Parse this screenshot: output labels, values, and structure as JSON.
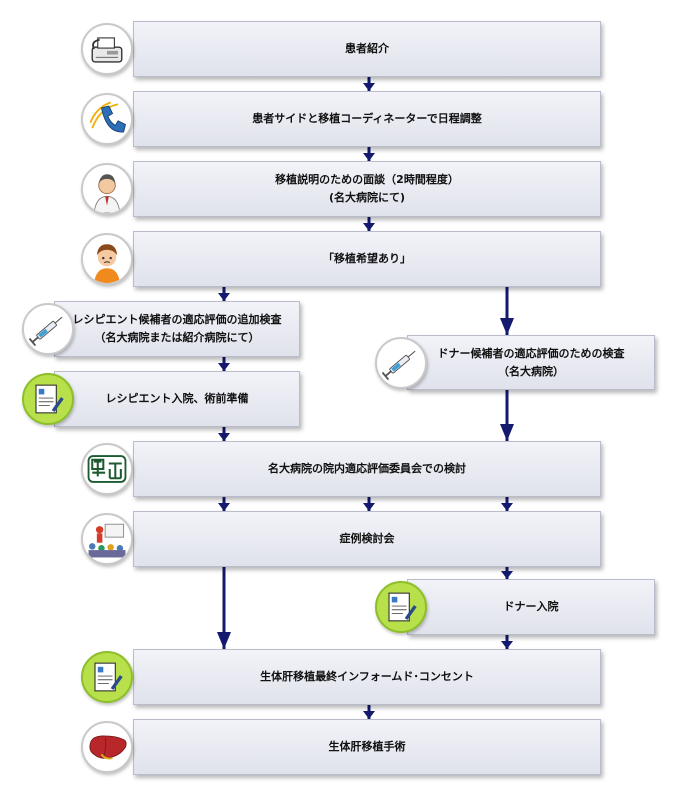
{
  "steps": {
    "referral": "患者紹介",
    "scheduling": "患者サイドと移植コーディネーターで日程調整",
    "explanation_line1": "移植説明のための面談（2時間程度）",
    "explanation_line2": "(名大病院にて)",
    "wish": "「移植希望あり」",
    "recipient_exam_line1": "レシピエント候補者の適応評価の追加検査",
    "recipient_exam_line2": "（名大病院または紹介病院にて）",
    "donor_exam_line1": "ドナー候補者の適応評価のための検査",
    "donor_exam_line2": "（名大病院）",
    "recipient_admission": "レシピエント入院、術前準備",
    "committee": "名大病院の院内適応評価委員会での検討",
    "case_conference": "症例検討会",
    "donor_admission": "ドナー入院",
    "informed_consent": "生体肝移植最終インフォームド･コンセント",
    "surgery": "生体肝移植手術"
  },
  "colors": {
    "arrow": "#141a6e",
    "box_top": "#f2f3f8",
    "box_bottom": "#e0e2ec",
    "icon_green": "#b8e04a"
  }
}
